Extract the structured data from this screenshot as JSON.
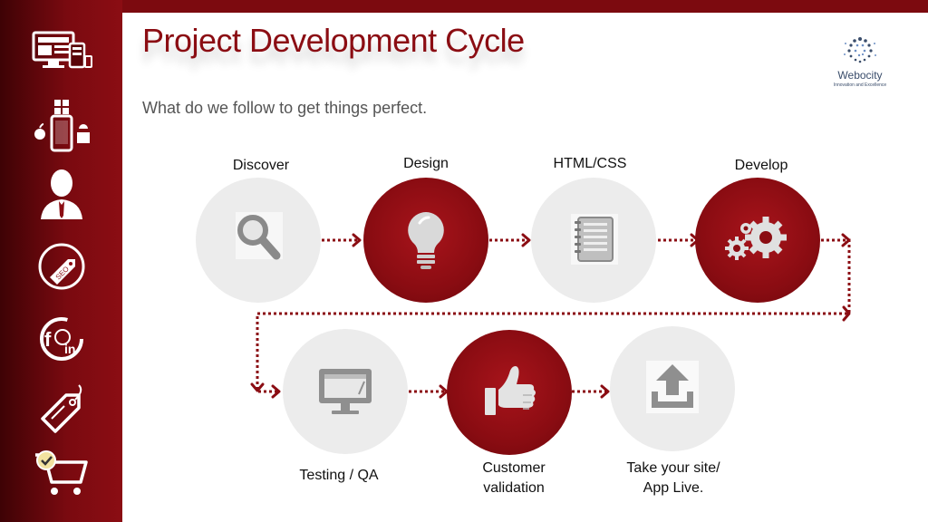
{
  "slide": {
    "title": "Project Development Cycle",
    "subtitle": "What do we follow to get things perfect."
  },
  "logo": {
    "name": "Webocity",
    "tagline": "Innovation and Excellence"
  },
  "sidebar_icons": [
    "devices-icon",
    "mobile-platforms-icon",
    "user-icon",
    "seo-tag-icon",
    "social-media-icon",
    "price-tag-icon",
    "shopping-cart-icon"
  ],
  "steps": [
    {
      "label": "Discover",
      "icon": "magnifier-icon",
      "style": "light"
    },
    {
      "label": "Design",
      "icon": "lightbulb-icon",
      "style": "dark"
    },
    {
      "label": "HTML/CSS",
      "icon": "notebook-icon",
      "style": "light"
    },
    {
      "label": "Develop",
      "icon": "gears-icon",
      "style": "dark"
    },
    {
      "label": "Testing / QA",
      "icon": "monitor-icon",
      "style": "light"
    },
    {
      "label_line1": "Customer",
      "label_line2": "validation",
      "icon": "thumbs-up-icon",
      "style": "dark"
    },
    {
      "label_line1": "Take your site/",
      "label_line2": "App Live.",
      "icon": "upload-icon",
      "style": "light"
    }
  ],
  "colors": {
    "accent": "#8b0d13",
    "sidebar_dark": "#3e0205",
    "circle_light": "#ececec",
    "logo_blue": "#3a4d6b"
  }
}
